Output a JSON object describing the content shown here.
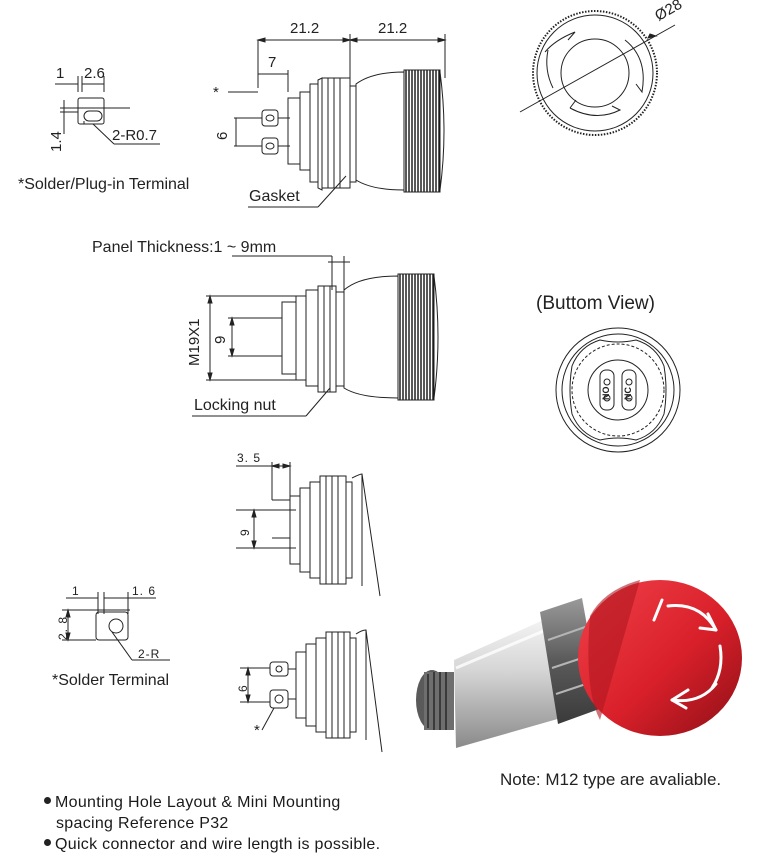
{
  "top_detail": {
    "dim_1": "1",
    "dim_2_6": "2.6",
    "dim_1_4": "1.4",
    "dim_radius": "2-R0.7",
    "caption": "*Solder/Plug-in Terminal"
  },
  "side_view": {
    "dim_left": "21.2",
    "dim_right": "21.2",
    "dim_7": "7",
    "dim_6": "6",
    "star": "*",
    "gasket": "Gasket"
  },
  "top_view": {
    "diameter": "Ø28"
  },
  "panel_view": {
    "panel_thickness": "Panel Thickness:1 ~ 9mm",
    "thread": "M19X1",
    "dim_9": "9",
    "locking_nut": "Locking nut"
  },
  "bottom_view": {
    "title": "(Buttom View)",
    "terminal_no": "NO",
    "terminal_nc": "NC"
  },
  "plug_view": {
    "dim_3_5": "3. 5",
    "dim_9": "9"
  },
  "solder_detail": {
    "dim_1": "1",
    "dim_1_6": "1. 6",
    "dim_2_8": "2. 8",
    "dim_radius": "2-R",
    "caption": "*Solder Terminal"
  },
  "solder_view": {
    "dim_6": "6",
    "star": "*"
  },
  "photo_note": "Note: M12 type are avaliable.",
  "notes": [
    "Mounting Hole Layout & Mini Mounting",
    "spacing Reference P32",
    "Quick connector and wire length is possible."
  ],
  "colors": {
    "cap_red": "#d9202a",
    "line": "#222222"
  }
}
